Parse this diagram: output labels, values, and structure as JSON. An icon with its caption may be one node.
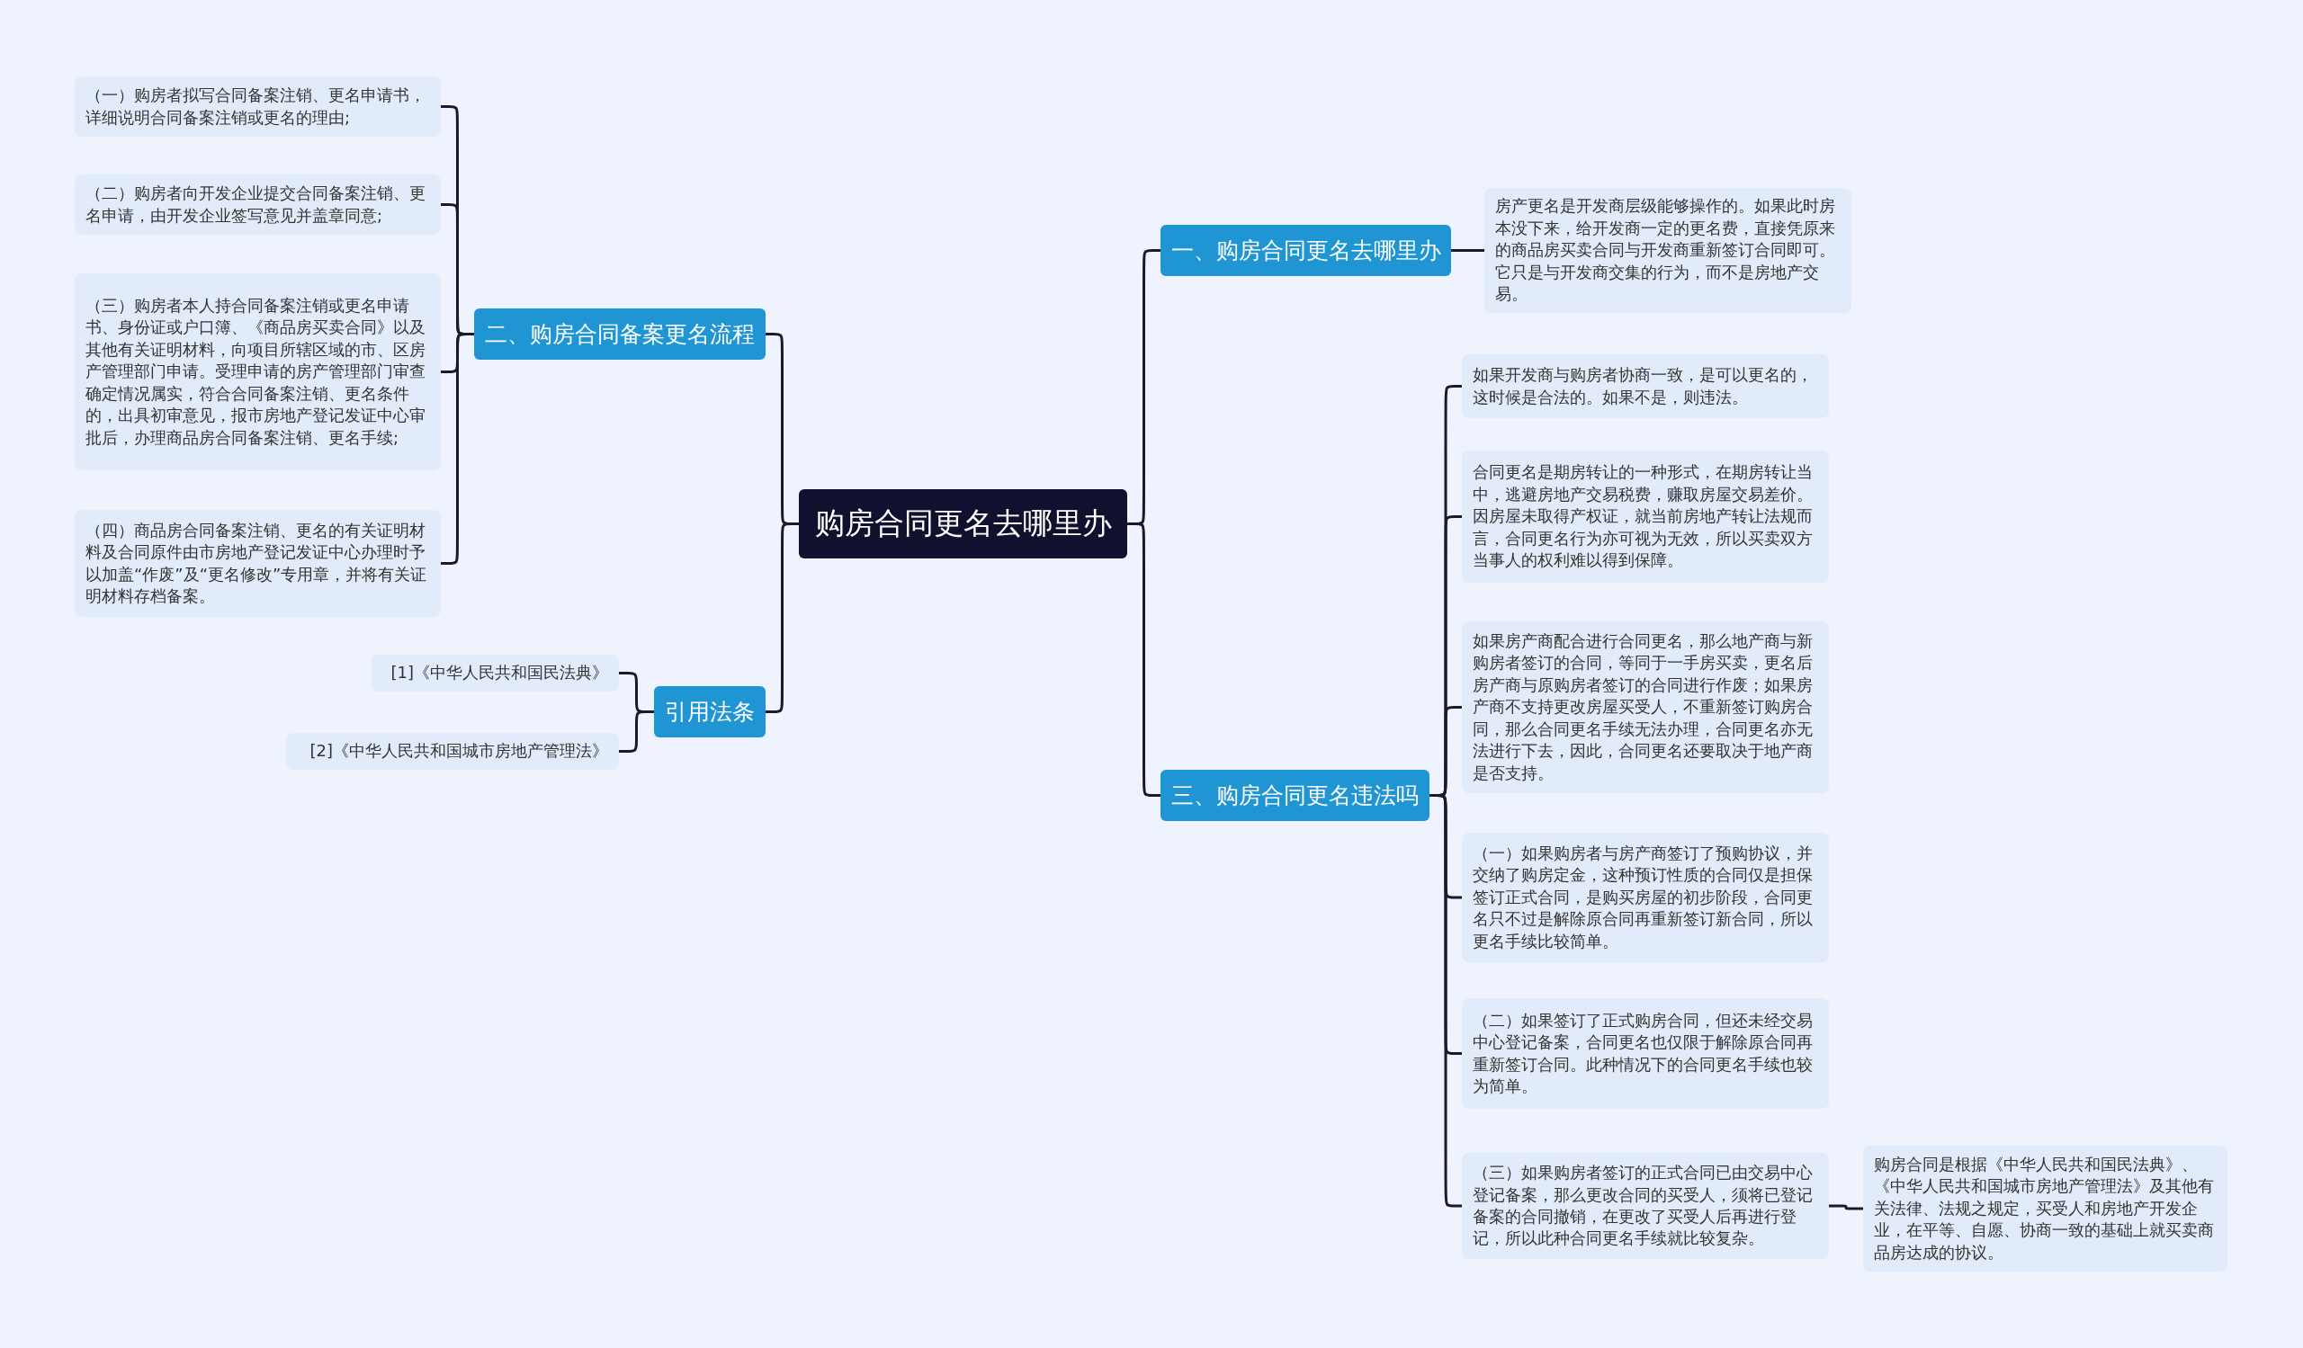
{
  "diagram": {
    "nodes": [
      {
        "text": [
          "购房合同更名去哪里办"
        ]
      },
      {
        "text": [
          "一、购房合同更名去哪里办"
        ]
      },
      {
        "text": [
          "房产更名是开发商层级能够操作的。如果此时房本没下来，给开发商一定的更名费，直接凭原来的商品房买卖合同与开发商重新签订合同即可。它只是与开发商交集的行为，而不是房地产交易。"
        ]
      },
      {
        "text": [
          "三、购房合同更名违法吗"
        ]
      },
      {
        "text": [
          "如果开发商与购房者协商一致，是可以更名的，这时候是合法的。如果不是，则违法。"
        ]
      },
      {
        "text": [
          "合同更名是期房转让的一种形式，在期房转让当中，逃避房地产交易税费，赚取房屋交易差价。因房屋未取得产权证，就当前房地产转让法规而言，合同更名行为亦可视为无效，所以买卖双方当事人的权利难以得到保障。"
        ]
      },
      {
        "text": [
          "如果房产商配合进行合同更名，那么地产商与新购房者签订的合同，等同于一手房买卖，更名后房产商与原购房者签订的合同进行作废；如果房产商不支持更改房屋买受人，不重新签订购房合同，那么合同更名手续无法办理，合同更名亦无法进行下去，因此，合同更名还要取决于地产商是否支持。"
        ]
      },
      {
        "text": [
          "（一）如果购房者与房产商签订了预购协议，并交纳了购房定金，这种预订性质的合同仅是担保签订正式合同，是购买房屋的初步阶段，合同更名只不过是解除原合同再重新签订新合同，所以更名手续比较简单。"
        ]
      },
      {
        "text": [
          "（二）如果签订了正式购房合同，但还未经交易中心登记备案，合同更名也仅限于解除原合同再重新签订合同。此种情况下的合同更名手续也较为简单。"
        ]
      },
      {
        "text": [
          "（三）如果购房者签订的正式合同已由交易中心登记备案，那么更改合同的买受人，须将已登记备案的合同撤销，在更改了买受人后再进行登记，所以此种合同更名手续就比较复杂。"
        ]
      },
      {
        "text": [
          "购房合同是根据《中华人民共和国民法典》、《中华人民共和国城市房地产管理法》及其他有关法律、法规之规定，买受人和房地产开发企业，在平等、自愿、协商一致的基础上就买卖商品房达成的协议。"
        ]
      },
      {
        "text": [
          "二、购房合同备案更名流程"
        ]
      },
      {
        "text": [
          "（一）购房者拟写合同备案注销、更名申请书，详细说明合同备案注销或更名的理由;"
        ]
      },
      {
        "text": [
          "（二）购房者向开发企业提交合同备案注销、更名申请，由开发企业签写意见并盖章同意;"
        ]
      },
      {
        "text": [
          "（三）购房者本人持合同备案注销或更名申请书、身份证或户口簿、《商品房买卖合同》以及其他有关证明材料，向项目所辖区域的市、区房产管理部门申请。受理申请的房产管理部门审查确定情况属实，符合合同备案注销、更名条件的，出具初审意见，报市房地产登记发证中心审批后，办理商品房合同备案注销、更名手续;"
        ]
      },
      {
        "text": [
          "（四）商品房合同备案注销、更名的有关证明材料及合同原件由市房地产登记发证中心办理时予以加盖“作废”及“更名修改”专用章，并将有关证明材料存档备案。"
        ]
      },
      {
        "text": [
          "引用法条"
        ]
      },
      {
        "text": [
          "[1]《中华人民共和国民法典》"
        ]
      },
      {
        "text": [
          "[2]《中华人民共和国城市房地产管理法》"
        ]
      }
    ],
    "edges": [
      {
        "from": 0,
        "to": 1,
        "arrow": "none"
      },
      {
        "from": 1,
        "to": 2,
        "arrow": "none"
      },
      {
        "from": 0,
        "to": 3,
        "arrow": "none"
      },
      {
        "from": 3,
        "to": 4,
        "arrow": "none"
      },
      {
        "from": 3,
        "to": 5,
        "arrow": "none"
      },
      {
        "from": 3,
        "to": 6,
        "arrow": "none"
      },
      {
        "from": 3,
        "to": 7,
        "arrow": "none"
      },
      {
        "from": 3,
        "to": 8,
        "arrow": "none"
      },
      {
        "from": 3,
        "to": 9,
        "arrow": "none"
      },
      {
        "from": 9,
        "to": 10,
        "arrow": "none"
      },
      {
        "from": 0,
        "to": 11,
        "arrow": "none"
      },
      {
        "from": 11,
        "to": 12,
        "arrow": "none"
      },
      {
        "from": 11,
        "to": 13,
        "arrow": "none"
      },
      {
        "from": 11,
        "to": 14,
        "arrow": "none"
      },
      {
        "from": 11,
        "to": 15,
        "arrow": "none"
      },
      {
        "from": 0,
        "to": 16,
        "arrow": "none"
      },
      {
        "from": 16,
        "to": 17,
        "arrow": "none"
      },
      {
        "from": 16,
        "to": 18,
        "arrow": "none"
      }
    ]
  }
}
